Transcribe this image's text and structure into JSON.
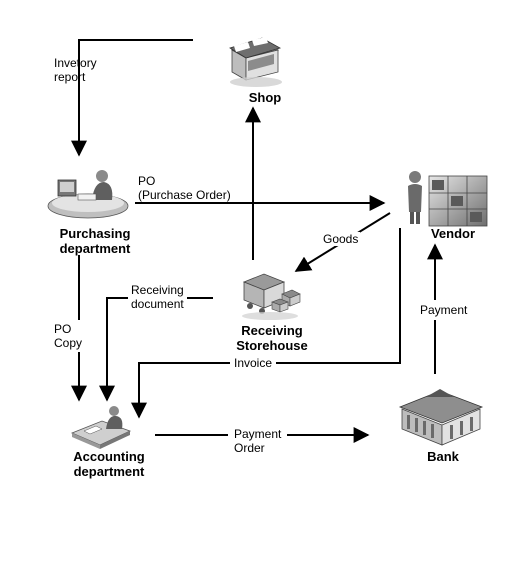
{
  "nodes": {
    "shop": {
      "label": "Shop",
      "icon": "shop-icon"
    },
    "purchasing": {
      "label_line1": "Purchasing",
      "label_line2": "department",
      "icon": "purchasing-clerk-icon"
    },
    "vendor": {
      "label": "Vendor",
      "icon": "vendor-warehouse-icon"
    },
    "storehouse": {
      "label_line1": "Receiving",
      "label_line2": "Storehouse",
      "icon": "storehouse-boxes-icon"
    },
    "accounting": {
      "label_line1": "Accounting",
      "label_line2": "department",
      "icon": "accounting-clerk-icon"
    },
    "bank": {
      "label": "Bank",
      "icon": "bank-building-icon"
    }
  },
  "edges": {
    "inventory_report": {
      "line1": "Invetory",
      "line2": "report"
    },
    "po": {
      "line1": "PO",
      "line2": "(Purchase Order)"
    },
    "goods": {
      "label": "Goods"
    },
    "receiving_document": {
      "line1": "Receiving",
      "line2": "document"
    },
    "po_copy": {
      "line1": "PO",
      "line2": "Copy"
    },
    "invoice": {
      "label": "Invoice"
    },
    "payment_order": {
      "line1": "Payment",
      "line2": "Order"
    },
    "payment": {
      "label": "Payment"
    }
  },
  "colors": {
    "line": "#000000",
    "icon_dark": "#555555",
    "icon_mid": "#8a8a8a",
    "icon_light": "#cfcfcf"
  }
}
